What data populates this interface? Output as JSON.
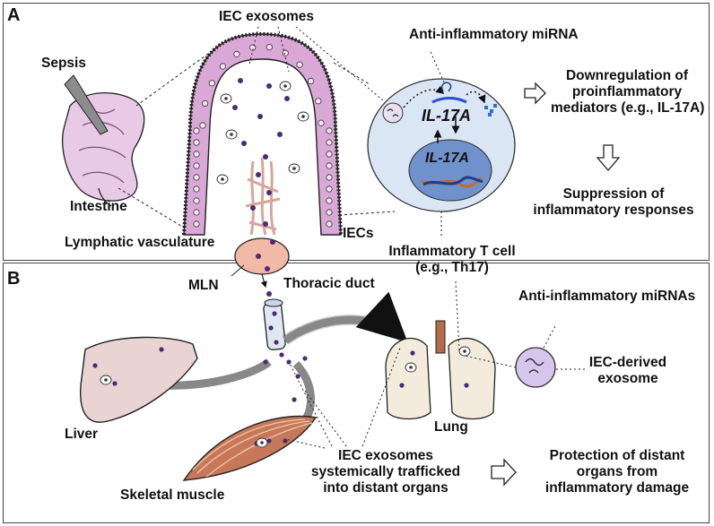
{
  "panel_a": {
    "letter": "A",
    "sepsis": "Sepsis",
    "intestine": "Intestine",
    "iec_exosomes": "IEC exosomes",
    "lymphatic_vasculature": "Lymphatic vasculature",
    "iecs": "IECs",
    "anti_inflammatory_mirna": "Anti-inflammatory miRNA",
    "il17a_cyto": "IL-17A",
    "il17a_nucleus": "IL-17A",
    "downregulation_line1": "Downregulation of",
    "downregulation_line2": "proinflammatory",
    "downregulation_line3": "mediators (e.g., IL-17A)",
    "suppression_line1": "Suppression of",
    "suppression_line2": "inflammatory responses",
    "t_cell_line1": "Inflammatory T cell",
    "t_cell_line2": "(e.g., Th17)"
  },
  "panel_b": {
    "letter": "B",
    "mln": "MLN",
    "thoracic_duct": "Thoracic duct",
    "anti_inflammatory_mirnas": "Anti-inflammatory miRNAs",
    "iec_derived_line1": "IEC-derived",
    "iec_derived_line2": "exosome",
    "liver": "Liver",
    "lung": "Lung",
    "skeletal_muscle": "Skeletal muscle",
    "trafficked_line1": "IEC exosomes",
    "trafficked_line2": "systemically trafficked",
    "trafficked_line3": "into distant organs",
    "protection_line1": "Protection of distant",
    "protection_line2": "organs from",
    "protection_line3": "inflammatory damage"
  },
  "colors": {
    "villus_pink": "#d9a8d6",
    "exosome_purple": "#4b2a7a",
    "cell_light_blue": "#dbe6f5",
    "nucleus_blue": "#6f92cc",
    "mln_peach": "#f2b9a6",
    "liver_pink": "#e9d3d3",
    "muscle_brown": "#c8785a",
    "lung_beige": "#f3ecdc"
  }
}
